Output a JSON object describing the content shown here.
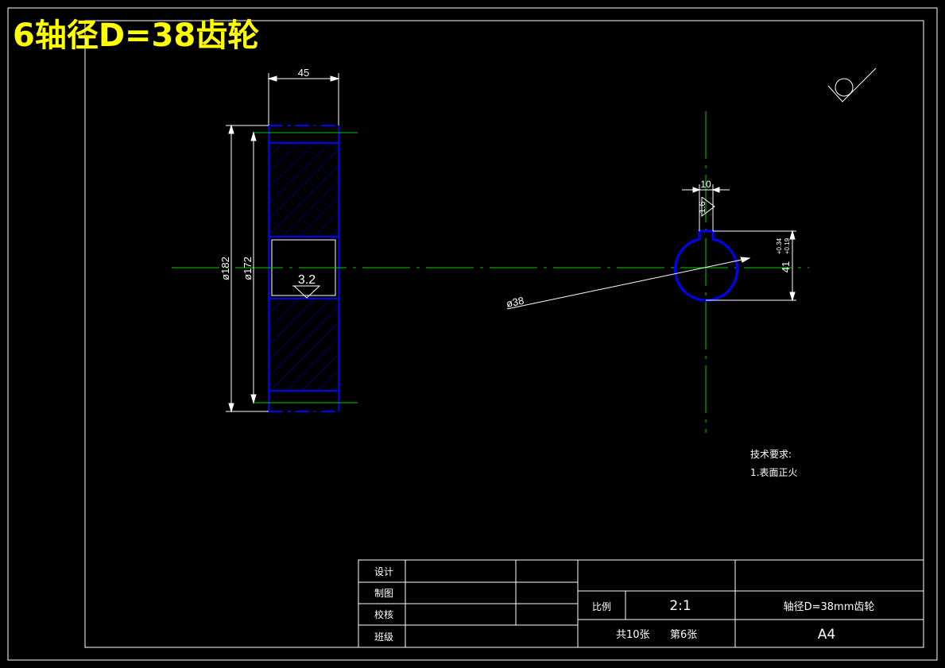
{
  "header": {
    "title": "6轴径D=38齿轮"
  },
  "colors": {
    "background": "#000000",
    "frame": "#ffffff",
    "outline": "#0000ff",
    "hatch": "#0000cc",
    "centerline": "#00cc00",
    "text": "#ffffff",
    "title": "#ffff00"
  },
  "section_view": {
    "width_dim": "45",
    "outer_dia": "ø182",
    "root_dia": "ø172",
    "roughness": "3.2"
  },
  "hub_view": {
    "bore_dia": "ø38",
    "keyway_width": "10",
    "keyway_roughness": "1.6",
    "keyway_depth": "41",
    "tol_upper": "+0.34",
    "tol_lower": "+0.19"
  },
  "surface_symbol": {
    "icon": "surface-roughness-icon"
  },
  "notes": {
    "heading": "技术要求:",
    "item1": "1.表面正火"
  },
  "title_block": {
    "design_label": "设计",
    "draw_label": "制图",
    "check_label": "校核",
    "class_label": "班级",
    "scale_label": "比例",
    "scale_value": "2:1",
    "sheets_total": "共10张",
    "sheet_no": "第6张",
    "part_name": "轴径D=38mm齿轮",
    "paper_size": "A4"
  }
}
